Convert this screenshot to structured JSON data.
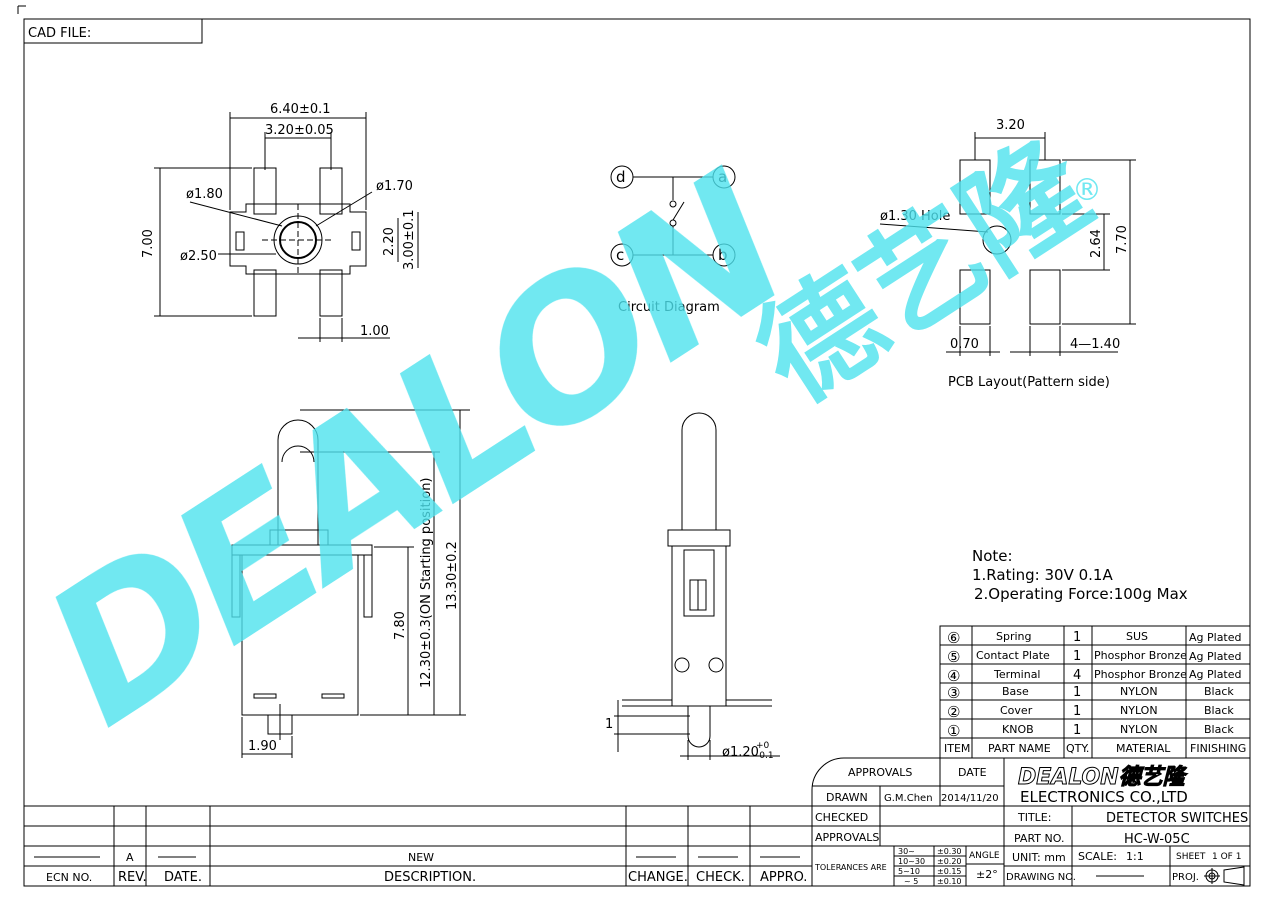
{
  "header": {
    "cad_file": "CAD FILE:"
  },
  "top_view": {
    "dim_width": "6.40±0.1",
    "dim_inner": "3.20±0.05",
    "dim_height": "7.00",
    "dim_d180": "ø1.80",
    "dim_d170": "ø1.70",
    "dim_d250": "ø2.50",
    "dim_220": "2.20",
    "dim_300": "3.00±0.1",
    "dim_pin": "1.00"
  },
  "circuit": {
    "label": "Circuit Diagram",
    "terminals": [
      "d",
      "a",
      "c",
      "b"
    ]
  },
  "pcb": {
    "dim_spacing": "3.20",
    "dim_hole": "ø1.30 Hole",
    "dim_264": "2.64",
    "dim_770": "7.70",
    "dim_070": "0.70",
    "dim_pads": "4—1.40",
    "label": "PCB Layout(Pattern side)"
  },
  "front_view": {
    "dim_780": "7.80",
    "dim_1230": "12.30±0.3(ON Starting position)",
    "dim_1330": "13.30±0.2",
    "dim_190": "1.90"
  },
  "side_view": {
    "dim_1": "1",
    "dim_d120": "ø1.20",
    "tol_plus": "+0",
    "tol_minus": "-0.1"
  },
  "watermark": {
    "text": "DEALON",
    "chinese": "德艺隆",
    "reg": "®"
  },
  "notes": {
    "title": "Note:",
    "items": [
      "1.Rating: 30V 0.1A",
      "2.Operating Force:100g Max"
    ]
  },
  "bom": {
    "headers": [
      "ITEM",
      "PART NAME",
      "QTY.",
      "MATERIAL",
      "FINISHING"
    ],
    "rows": [
      {
        "item": "⑥",
        "name": "Spring",
        "qty": "1",
        "material": "SUS",
        "finish": "Ag Plated"
      },
      {
        "item": "⑤",
        "name": "Contact Plate",
        "qty": "1",
        "material": "Phosphor Bronze",
        "finish": "Ag Plated"
      },
      {
        "item": "④",
        "name": "Terminal",
        "qty": "4",
        "material": "Phosphor Bronze",
        "finish": "Ag Plated"
      },
      {
        "item": "③",
        "name": "Base",
        "qty": "1",
        "material": "NYLON",
        "finish": "Black"
      },
      {
        "item": "②",
        "name": "Cover",
        "qty": "1",
        "material": "NYLON",
        "finish": "Black"
      },
      {
        "item": "①",
        "name": "KNOB",
        "qty": "1",
        "material": "NYLON",
        "finish": "Black"
      }
    ]
  },
  "title_block": {
    "approvals_header": "APPROVALS",
    "date_header": "DATE",
    "drawn": "DRAWN",
    "drawn_by": "G.M.Chen",
    "drawn_date": "2014/11/20",
    "checked": "CHECKED",
    "approvals": "APPROVALS",
    "tolerances": "TOLERANCES ARE",
    "tol_ranges": [
      "30~",
      "10~30",
      "5~10",
      "~ 5"
    ],
    "tol_values": [
      "±0.30",
      "±0.20",
      "±0.15",
      "±0.10"
    ],
    "angle": "ANGLE",
    "angle_value": "±2°",
    "logo_text": "DEALON德艺隆",
    "company": "ELECTRONICS CO.,LTD",
    "title_label": "TITLE:",
    "title_value": "DETECTOR SWITCHES",
    "part_no_label": "PART NO.",
    "part_no_value": "HC-W-05C",
    "unit": "UNIT: mm",
    "scale_label": "SCALE:",
    "scale_value": "1:1",
    "sheet": "SHEET",
    "sheet_value": "1 OF 1",
    "drawing_no": "DRAWING NO.",
    "proj": "PROJ."
  },
  "revision": {
    "row_rev": "A",
    "row_desc": "NEW",
    "headers": [
      "ECN NO.",
      "REV.",
      "DATE.",
      "DESCRIPTION.",
      "CHANGE.",
      "CHECK.",
      "APPRO."
    ]
  }
}
